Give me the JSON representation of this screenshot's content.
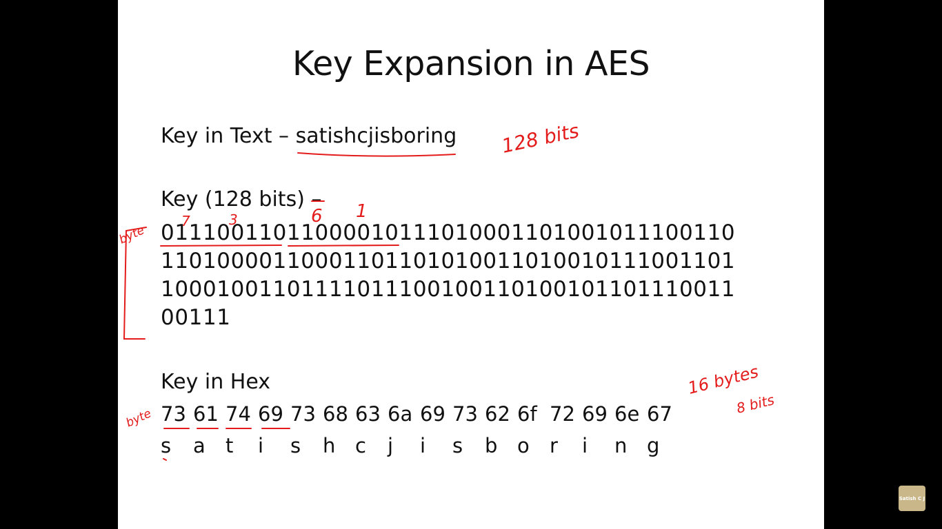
{
  "slide": {
    "title": "Key Expansion in AES",
    "key_text_label": "Key in Text – ",
    "key_text_value": "satishcjisboring",
    "key_bits_label": "Key (128 bits) –",
    "binary_lines": [
      "01110011011000010111010001101001011100110",
      "11010000110001101101010011010010111001101",
      "10001001101111011100100110100101101110011",
      "00111"
    ],
    "hex_label": "Key in Hex",
    "hex_bytes": [
      "73",
      "61",
      "74",
      "69",
      "73",
      "68",
      "63",
      "6a",
      "69",
      "73",
      "62",
      "6f",
      "72",
      "69",
      "6e",
      "67"
    ],
    "chars": [
      "s",
      "a",
      "t",
      "i",
      "s",
      "h",
      "c",
      "j",
      "i",
      "s",
      "b",
      "o",
      "r",
      "i",
      "n",
      "g"
    ]
  },
  "annotations": {
    "bits_note": "128 bits",
    "byte_note_1": "byte",
    "byte_note_2": "byte",
    "bytes_note": "16 bytes",
    "eight_bits_note": "8 bits",
    "digit_7": "7",
    "digit_3": "3",
    "digit_6": "6",
    "digit_1": "1",
    "color": "#e41b1b"
  },
  "watermark": {
    "label": "Satish C J"
  }
}
